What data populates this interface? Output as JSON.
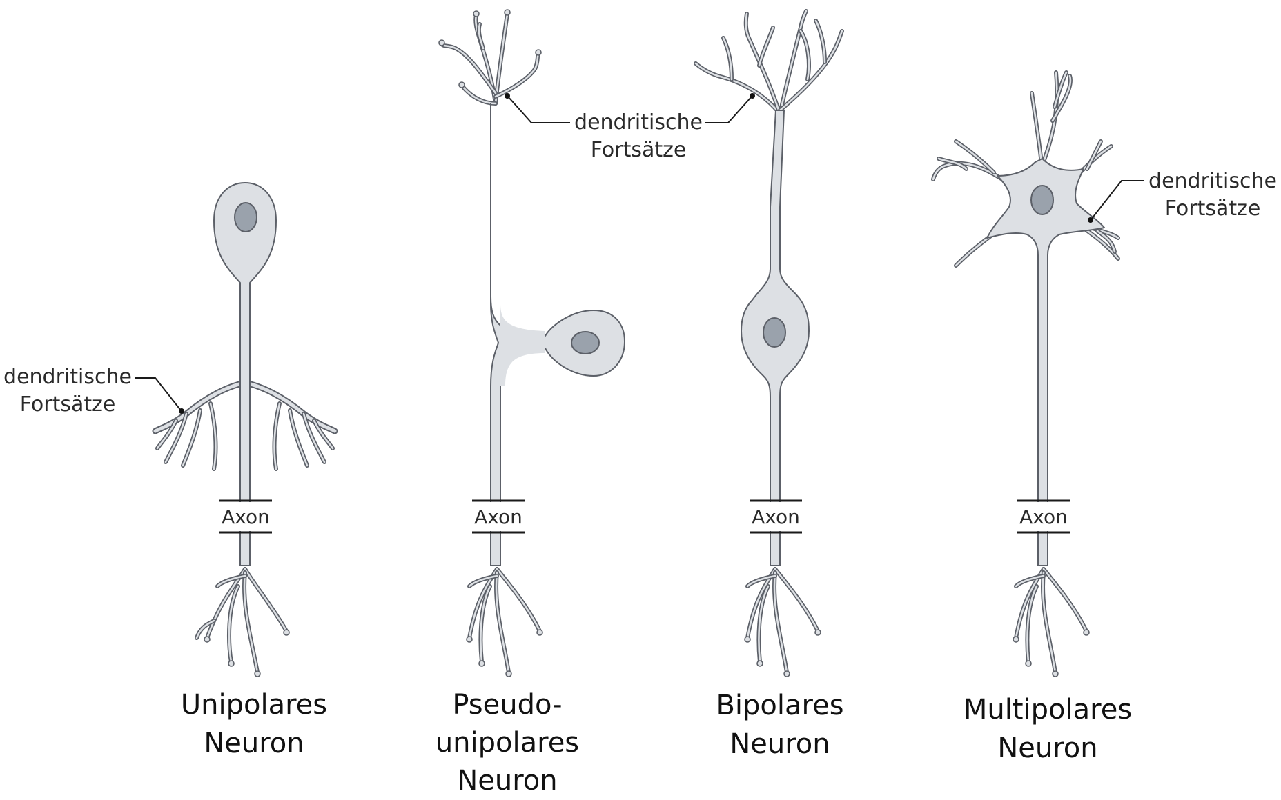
{
  "labels": {
    "dendrites": [
      "dendritische",
      "Fortsätze"
    ],
    "axon": "Axon"
  },
  "neurons": [
    {
      "id": "unipolar",
      "title_lines": [
        "Unipolares",
        "Neuron"
      ]
    },
    {
      "id": "pseudounipolar",
      "title_lines": [
        "Pseudo-",
        "unipolares",
        "Neuron"
      ]
    },
    {
      "id": "bipolar",
      "title_lines": [
        "Bipolares",
        "Neuron"
      ]
    },
    {
      "id": "multipolar",
      "title_lines": [
        "Multipolares",
        "Neuron"
      ]
    }
  ],
  "colors": {
    "cell_fill": "#dde0e4",
    "cell_outline": "#5c6068",
    "nucleus": "#9aa2ac",
    "label": "#2a2a2a"
  }
}
